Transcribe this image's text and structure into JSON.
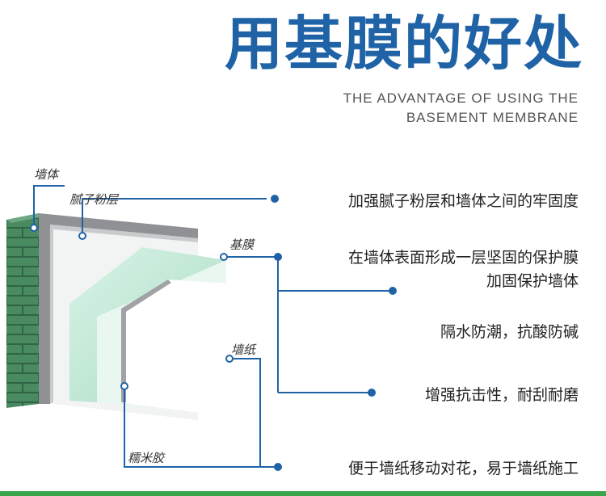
{
  "header": {
    "title": "用基膜的好处",
    "subtitle_line1": "THE ADVANTAGE OF USING THE",
    "subtitle_line2": "BASEMENT MEMBRANE"
  },
  "layers": {
    "wall": "墙体",
    "putty": "腻子粉层",
    "membrane": "基膜",
    "wallpaper": "墙纸",
    "glue": "糯米胶"
  },
  "benefits": {
    "b1": "加强腻子粉层和墙体之间的牢固度",
    "b2": "在墙体表面形成一层坚固的保护膜",
    "b3": "加固保护墙体",
    "b4": "隔水防潮，抗酸防碱",
    "b5": "增强抗击性，耐刮耐磨",
    "b6": "便于墙纸移动对花，易于墙纸施工"
  },
  "colors": {
    "title": "#1f63a6",
    "brick": "#3f7a55",
    "membrane": "#bfe8d6",
    "connector": "#1f63a6",
    "bottom_bar": "#3aa54a"
  }
}
